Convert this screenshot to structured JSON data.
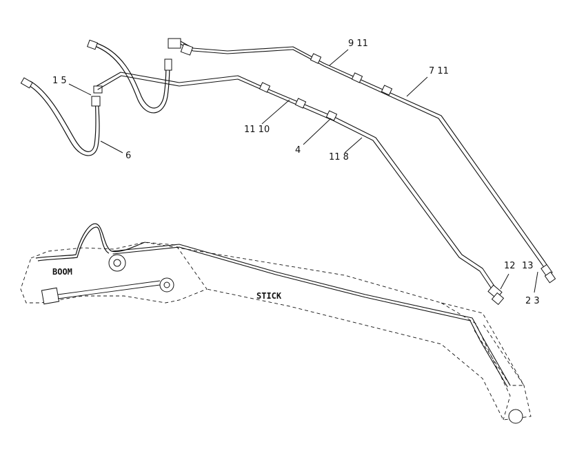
{
  "callouts": {
    "c_1_5": "1 5",
    "c_6": "6",
    "c_9_11": "9 11",
    "c_7_11": "7 11",
    "c_11_10": "11 10",
    "c_4": "4",
    "c_11_8": "11 8",
    "c_12": "12",
    "c_13": "13",
    "c_2_3": "2 3"
  },
  "regions": {
    "boom": "BOOM",
    "stick": "STICK"
  }
}
